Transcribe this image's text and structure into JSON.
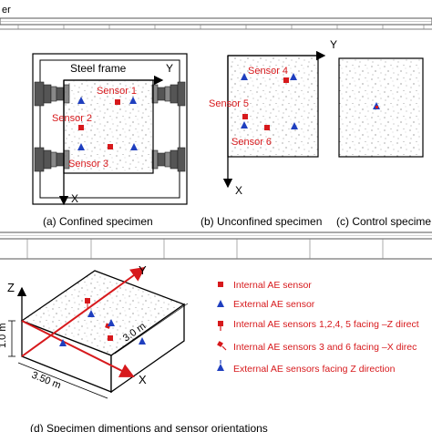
{
  "top_strip": {
    "fragment": "er"
  },
  "panel_a": {
    "frame_label": "Steel frame",
    "axis_y": "Y",
    "axis_x": "X",
    "sensors": [
      "Sensor 1",
      "Sensor 2",
      "Sensor 3"
    ],
    "caption": "(a) Confined specimen"
  },
  "panel_b": {
    "axis_y": "Y",
    "axis_x": "X",
    "sensors": [
      "Sensor 4",
      "Sensor 5",
      "Sensor 6"
    ],
    "caption": "(b) Unconfined specimen"
  },
  "panel_c": {
    "caption": "(c) Control specime"
  },
  "panel_d": {
    "axis_z": "Z",
    "axis_y": "Y",
    "axis_x": "X",
    "dim_height": "1.0 m",
    "dim_depth": "3.0 m",
    "dim_width": "3.50 m",
    "legend": [
      "Internal AE sensor",
      "External AE sensor",
      "Internal AE sensors 1,2,4, 5 facing –Z direct",
      "Internal AE sensors 3 and  6 facing –X direc",
      "External AE sensors facing Z direction"
    ],
    "caption": "(d) Specimen dimentions and sensor orientations"
  },
  "colors": {
    "internal_sensor": "#d7191c",
    "external_sensor": "#1f3fbf",
    "axis_red": "#d7191c",
    "ink": "#000000"
  }
}
